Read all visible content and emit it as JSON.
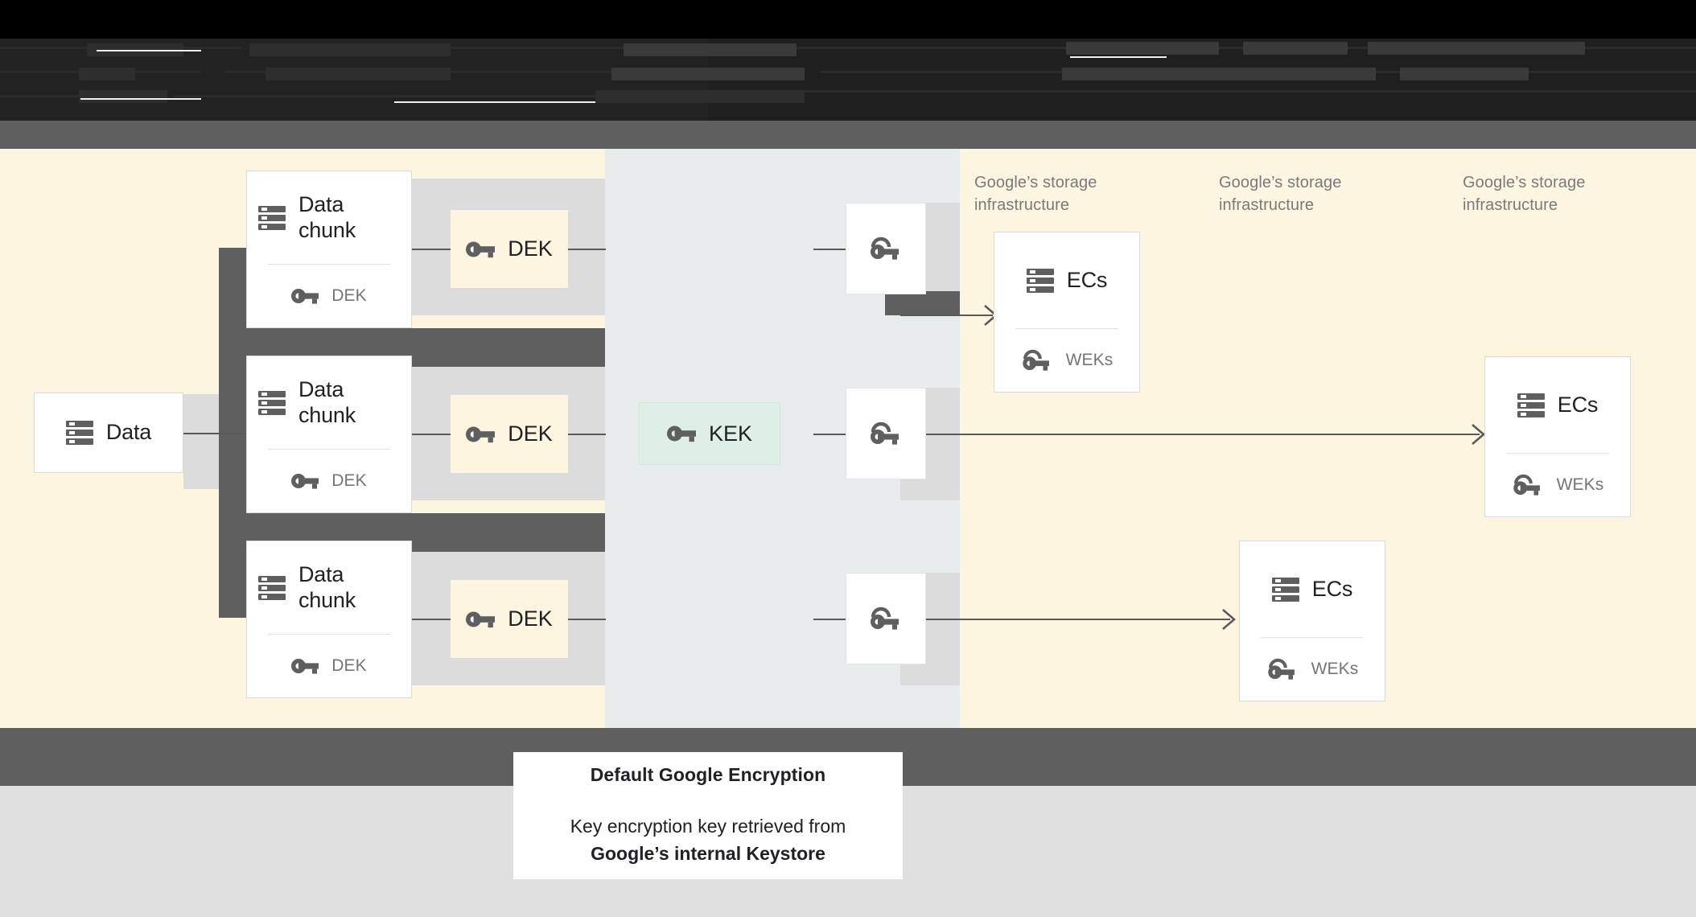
{
  "page": {
    "title": "Default Google Encryption data flow diagram",
    "header_note": "Header text is obscured / redacted in the source screenshot",
    "colors": {
      "cream_band": "#fcf5e0",
      "blue_band": "#e8ecec",
      "gray_band": "#5f5f5f",
      "column_strip": "#dcdcdc",
      "footer": "#e0e0e0",
      "dek_fill": "#fdf5e0",
      "kek_fill": "#ddefe6",
      "card_fill": "#ffffff",
      "icon_gray": "#5f5f5f",
      "text_primary": "#202124",
      "text_muted": "#757575"
    }
  },
  "data_card": {
    "title": "Data",
    "icon": "storage-icon"
  },
  "chunks": [
    {
      "title": "Data chunk",
      "key_label": "DEK",
      "icon": "storage-icon",
      "key_icon": "key-icon"
    },
    {
      "title": "Data chunk",
      "key_label": "DEK",
      "icon": "storage-icon",
      "key_icon": "key-icon"
    },
    {
      "title": "Data chunk",
      "key_label": "DEK",
      "icon": "storage-icon",
      "key_icon": "key-icon"
    }
  ],
  "deks": [
    {
      "label": "DEK",
      "icon": "key-icon"
    },
    {
      "label": "DEK",
      "icon": "key-icon"
    },
    {
      "label": "DEK",
      "icon": "key-icon"
    }
  ],
  "kek": {
    "label": "KEK",
    "icon": "key-icon"
  },
  "wrapped_keys": [
    {
      "icon": "wrapped-key-icon"
    },
    {
      "icon": "wrapped-key-icon"
    },
    {
      "icon": "wrapped-key-icon"
    }
  ],
  "storage_labels": [
    "Google’s storage infrastructure",
    "Google’s storage infrastructure",
    "Google’s storage infrastructure"
  ],
  "ec_cards": [
    {
      "title": "ECs",
      "key_label": "WEKs",
      "icon": "storage-icon",
      "key_icon": "wrapped-key-icon"
    },
    {
      "title": "ECs",
      "key_label": "WEKs",
      "icon": "storage-icon",
      "key_icon": "wrapped-key-icon"
    },
    {
      "title": "ECs",
      "key_label": "WEKs",
      "icon": "storage-icon",
      "key_icon": "wrapped-key-icon"
    }
  ],
  "caption": {
    "title": "Default Google Encryption",
    "line1": "Key encryption key retrieved from",
    "line2": "Google’s internal Keystore"
  }
}
